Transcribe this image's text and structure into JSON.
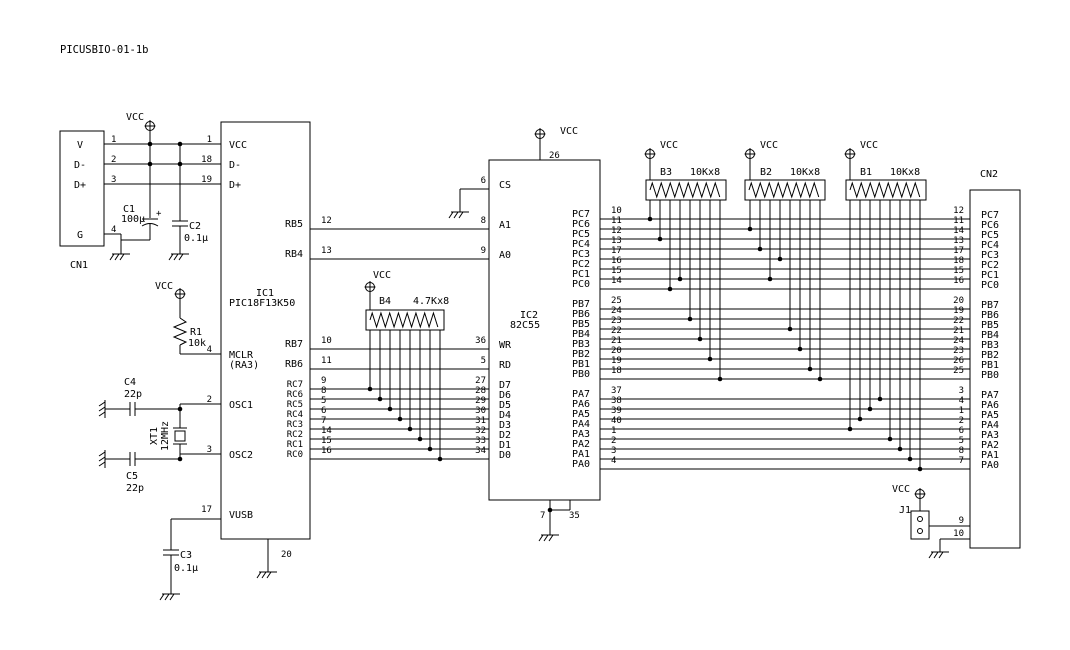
{
  "title": "PICUSBIO-01-1b",
  "power_label": "VCC",
  "cn1": {
    "ref": "CN1",
    "pins": [
      {
        "label": "V",
        "num": "1"
      },
      {
        "label": "D-",
        "num": "2"
      },
      {
        "label": "D+",
        "num": "3"
      },
      {
        "label": "G",
        "num": "4"
      }
    ]
  },
  "caps": {
    "c1": {
      "ref": "C1",
      "value": "100μ"
    },
    "c2": {
      "ref": "C2",
      "value": "0.1μ"
    },
    "c3": {
      "ref": "C3",
      "value": "0.1μ"
    },
    "c4": {
      "ref": "C4",
      "value": "22p"
    },
    "c5": {
      "ref": "C5",
      "value": "22p"
    }
  },
  "r1": {
    "ref": "R1",
    "value": "10k"
  },
  "xtal": {
    "ref": "XT1",
    "value": "12MHz"
  },
  "ic1": {
    "ref": "IC1",
    "part": "PIC18F13K50",
    "left_pins": [
      {
        "num": "1",
        "name": "VCC"
      },
      {
        "num": "18",
        "name": "D-"
      },
      {
        "num": "19",
        "name": "D+"
      },
      {
        "num": "4",
        "name": "MCLR",
        "name2": "(RA3)"
      },
      {
        "num": "2",
        "name": "OSC1"
      },
      {
        "num": "3",
        "name": "OSC2"
      },
      {
        "num": "17",
        "name": "VUSB"
      }
    ],
    "bottom_pin": "20",
    "right_pins": [
      {
        "name": "RB5",
        "num": "12"
      },
      {
        "name": "RB4",
        "num": "13"
      },
      {
        "name": "RB7",
        "num": "10"
      },
      {
        "name": "RB6",
        "num": "11"
      },
      {
        "name": "RC7",
        "num": "9"
      },
      {
        "name": "RC6",
        "num": "8"
      },
      {
        "name": "RC5",
        "num": "5"
      },
      {
        "name": "RC4",
        "num": "6"
      },
      {
        "name": "RC3",
        "num": "7"
      },
      {
        "name": "RC2",
        "num": "14"
      },
      {
        "name": "RC1",
        "num": "15"
      },
      {
        "name": "RC0",
        "num": "16"
      }
    ]
  },
  "ic2": {
    "ref": "IC2",
    "part": "82C55",
    "top_pin": "26",
    "bottom_pins": [
      "7",
      "35"
    ],
    "left_pins": [
      {
        "name": "CS",
        "num": "6"
      },
      {
        "name": "A1",
        "num": "8"
      },
      {
        "name": "A0",
        "num": "9"
      },
      {
        "name": "WR",
        "num": "36"
      },
      {
        "name": "RD",
        "num": "5"
      },
      {
        "name": "D7",
        "num": "27"
      },
      {
        "name": "D6",
        "num": "28"
      },
      {
        "name": "D5",
        "num": "29"
      },
      {
        "name": "D4",
        "num": "30"
      },
      {
        "name": "D3",
        "num": "31"
      },
      {
        "name": "D2",
        "num": "32"
      },
      {
        "name": "D1",
        "num": "33"
      },
      {
        "name": "D0",
        "num": "34"
      }
    ],
    "pc_pins": [
      {
        "name": "PC7",
        "num": "10"
      },
      {
        "name": "PC6",
        "num": "11"
      },
      {
        "name": "PC5",
        "num": "12"
      },
      {
        "name": "PC4",
        "num": "13"
      },
      {
        "name": "PC3",
        "num": "17"
      },
      {
        "name": "PC2",
        "num": "16"
      },
      {
        "name": "PC1",
        "num": "15"
      },
      {
        "name": "PC0",
        "num": "14"
      }
    ],
    "pb_pins": [
      {
        "name": "PB7",
        "num": "25"
      },
      {
        "name": "PB6",
        "num": "24"
      },
      {
        "name": "PB5",
        "num": "23"
      },
      {
        "name": "PB4",
        "num": "22"
      },
      {
        "name": "PB3",
        "num": "21"
      },
      {
        "name": "PB2",
        "num": "20"
      },
      {
        "name": "PB1",
        "num": "19"
      },
      {
        "name": "PB0",
        "num": "18"
      }
    ],
    "pa_pins": [
      {
        "name": "PA7",
        "num": "37"
      },
      {
        "name": "PA6",
        "num": "38"
      },
      {
        "name": "PA5",
        "num": "39"
      },
      {
        "name": "PA4",
        "num": "40"
      },
      {
        "name": "PA3",
        "num": "1"
      },
      {
        "name": "PA2",
        "num": "2"
      },
      {
        "name": "PA1",
        "num": "3"
      },
      {
        "name": "PA0",
        "num": "4"
      }
    ]
  },
  "res_arrays": [
    {
      "ref": "B4",
      "value": "4.7Kx8"
    },
    {
      "ref": "B3",
      "value": "10Kx8"
    },
    {
      "ref": "B2",
      "value": "10Kx8"
    },
    {
      "ref": "B1",
      "value": "10Kx8"
    }
  ],
  "cn2": {
    "ref": "CN2",
    "pc_pins": [
      {
        "name": "PC7",
        "num": "12"
      },
      {
        "name": "PC6",
        "num": "11"
      },
      {
        "name": "PC5",
        "num": "14"
      },
      {
        "name": "PC4",
        "num": "13"
      },
      {
        "name": "PC3",
        "num": "17"
      },
      {
        "name": "PC2",
        "num": "18"
      },
      {
        "name": "PC1",
        "num": "15"
      },
      {
        "name": "PC0",
        "num": "16"
      }
    ],
    "pb_pins": [
      {
        "name": "PB7",
        "num": "20"
      },
      {
        "name": "PB6",
        "num": "19"
      },
      {
        "name": "PB5",
        "num": "22"
      },
      {
        "name": "PB4",
        "num": "21"
      },
      {
        "name": "PB3",
        "num": "24"
      },
      {
        "name": "PB2",
        "num": "23"
      },
      {
        "name": "PB1",
        "num": "26"
      },
      {
        "name": "PB0",
        "num": "25"
      }
    ],
    "pa_pins": [
      {
        "name": "PA7",
        "num": "3"
      },
      {
        "name": "PA6",
        "num": "4"
      },
      {
        "name": "PA5",
        "num": "1"
      },
      {
        "name": "PA4",
        "num": "2"
      },
      {
        "name": "PA3",
        "num": "6"
      },
      {
        "name": "PA2",
        "num": "5"
      },
      {
        "name": "PA1",
        "num": "8"
      },
      {
        "name": "PA0",
        "num": "7"
      }
    ],
    "extra_pins": [
      "9",
      "10"
    ]
  },
  "j1": {
    "ref": "J1"
  }
}
